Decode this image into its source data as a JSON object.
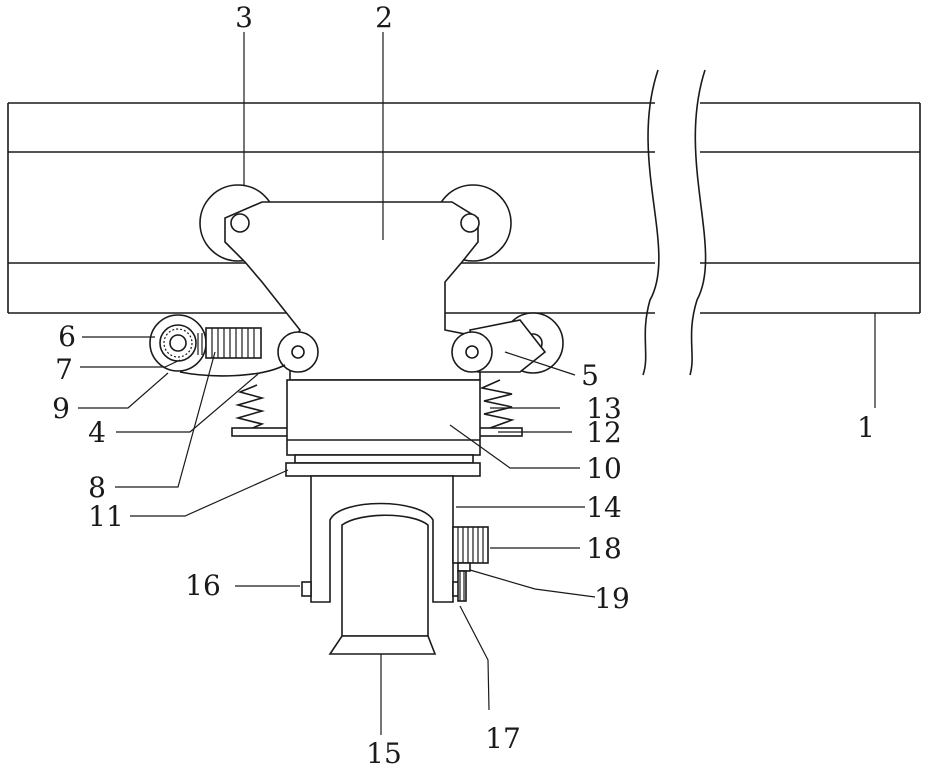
{
  "labels": {
    "l1": "1",
    "l2": "2",
    "l3": "3",
    "l4": "4",
    "l5": "5",
    "l6": "6",
    "l7": "7",
    "l8": "8",
    "l9": "9",
    "l10": "10",
    "l11": "11",
    "l12": "12",
    "l13": "13",
    "l14": "14",
    "l15": "15",
    "l16": "16",
    "l17": "17",
    "l18": "18",
    "l19": "19"
  },
  "colors": {
    "line": "#1a1a1a",
    "background": "#ffffff"
  }
}
